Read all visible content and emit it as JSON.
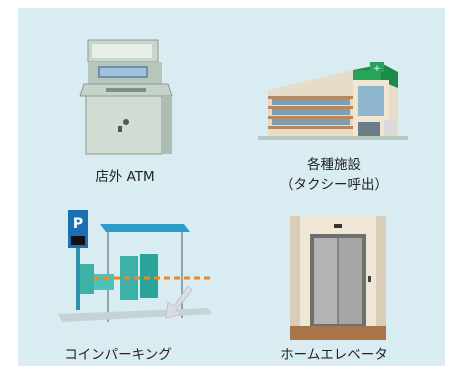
{
  "colors": {
    "background": "#d9ecf2",
    "text": "#222222",
    "building_roof": "#1e8a4a",
    "parking_sign": "#1a6fb5",
    "gate_bar": "#f08a1c"
  },
  "facilities": [
    {
      "label": "店外 ATM",
      "icon": "atm-machine-icon"
    },
    {
      "label_line1": "各種施設",
      "label_line2": "（タクシー呼出）",
      "icon": "hospital-building-icon"
    },
    {
      "label": "コインパーキング",
      "icon": "coin-parking-icon"
    },
    {
      "label": "ホームエレベータ",
      "icon": "home-elevator-icon"
    }
  ]
}
